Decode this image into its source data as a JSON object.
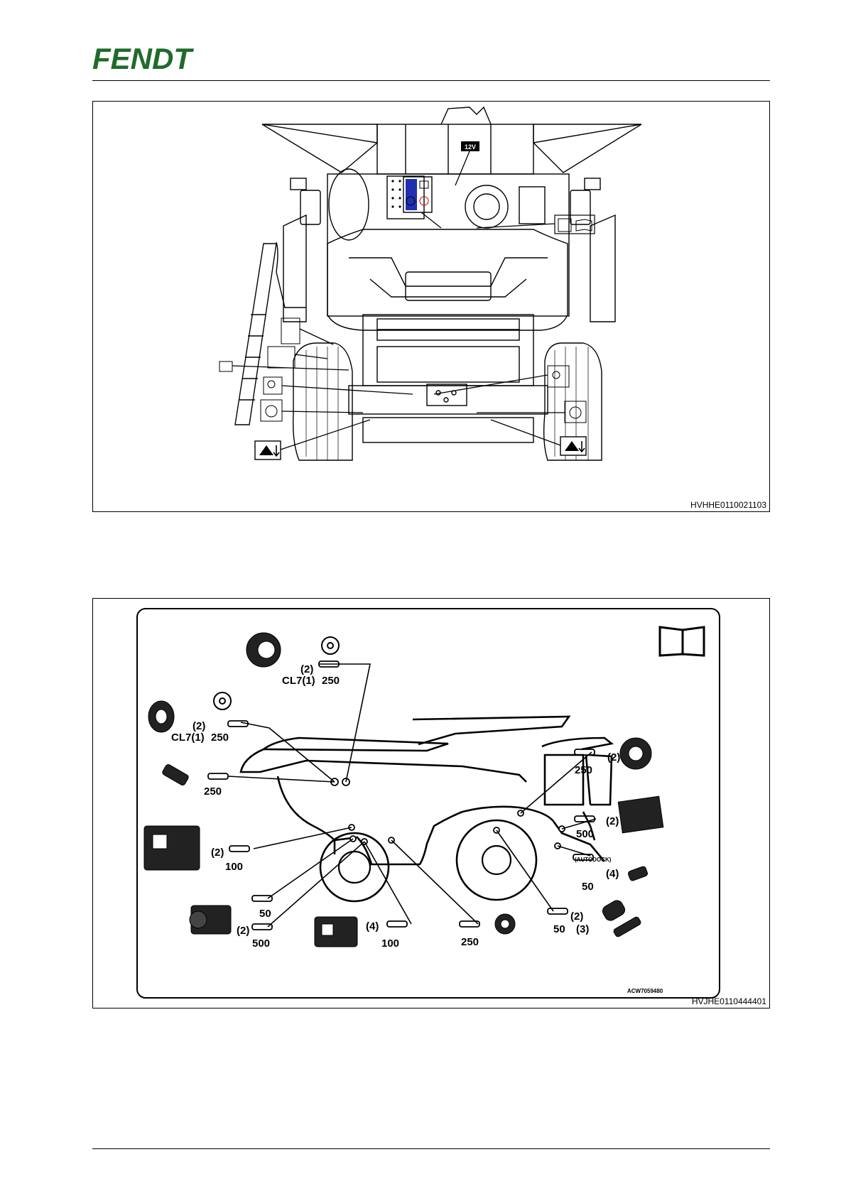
{
  "header": {
    "brand": "FENDT"
  },
  "figure1": {
    "id": "HVHHE0110021103",
    "decal_voltage": "12V"
  },
  "figure2": {
    "id": "HVJHE0110444401",
    "drawing_ref": "ACW7059480",
    "labels": {
      "a_count": "(2)",
      "a_oil": "CL7(1)",
      "a_interval": "250",
      "b_count": "(2)",
      "b_oil": "CL7(1)",
      "b_interval": "250",
      "c_interval": "250",
      "d_count": "(2)",
      "d_interval": "100",
      "e_interval": "50",
      "f_count": "(2)",
      "f_interval": "500",
      "g_count": "(4)",
      "g_interval": "100",
      "h_interval": "250",
      "i_count": "(2)",
      "i_interval": "250",
      "j_count": "(2)",
      "j_interval": "500",
      "k_note": "(AUTODOCK)",
      "k_count": "(4)",
      "k_interval": "50",
      "l_count": "(2)",
      "l_interval": "50",
      "l_count2": "(3)"
    }
  },
  "colors": {
    "decal_blue": "#1f2fb0",
    "ink": "#000000"
  }
}
